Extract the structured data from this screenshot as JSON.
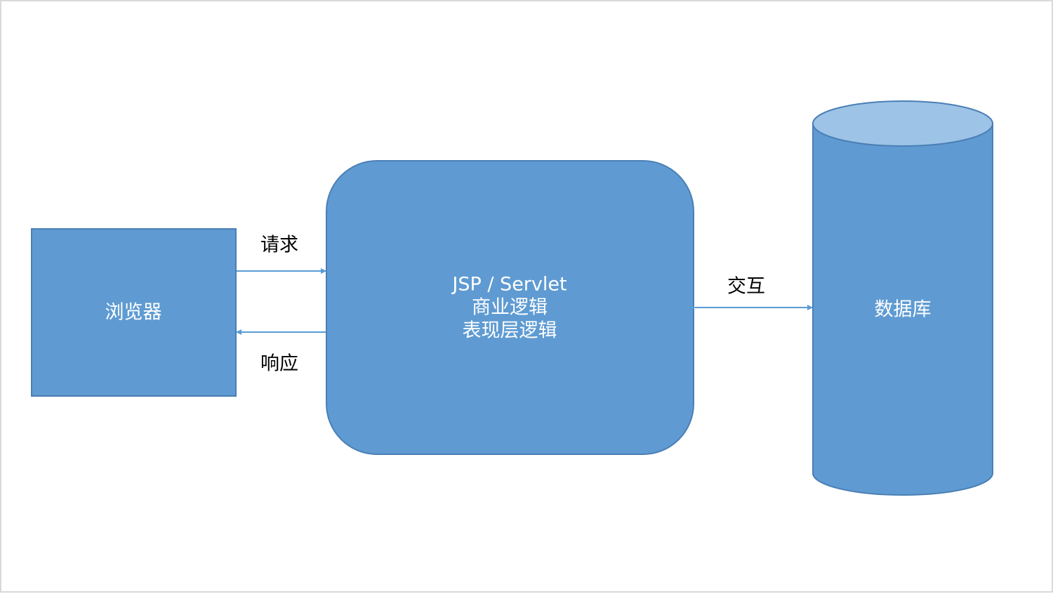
{
  "diagram": {
    "nodes": {
      "browser": {
        "label": "浏览器"
      },
      "server": {
        "lines": [
          "JSP / Servlet",
          "商业逻辑",
          "表现层逻辑"
        ]
      },
      "database": {
        "label": "数据库"
      }
    },
    "edges": {
      "request": {
        "label": "请求"
      },
      "response": {
        "label": "响应"
      },
      "interaction": {
        "label": "交互"
      }
    }
  },
  "colors": {
    "shape_fill": "#5f9bd2",
    "shape_stroke": "#4a7fb5",
    "cylinder_top": "#9dc3e6",
    "arrow": "#5b9bd5"
  }
}
